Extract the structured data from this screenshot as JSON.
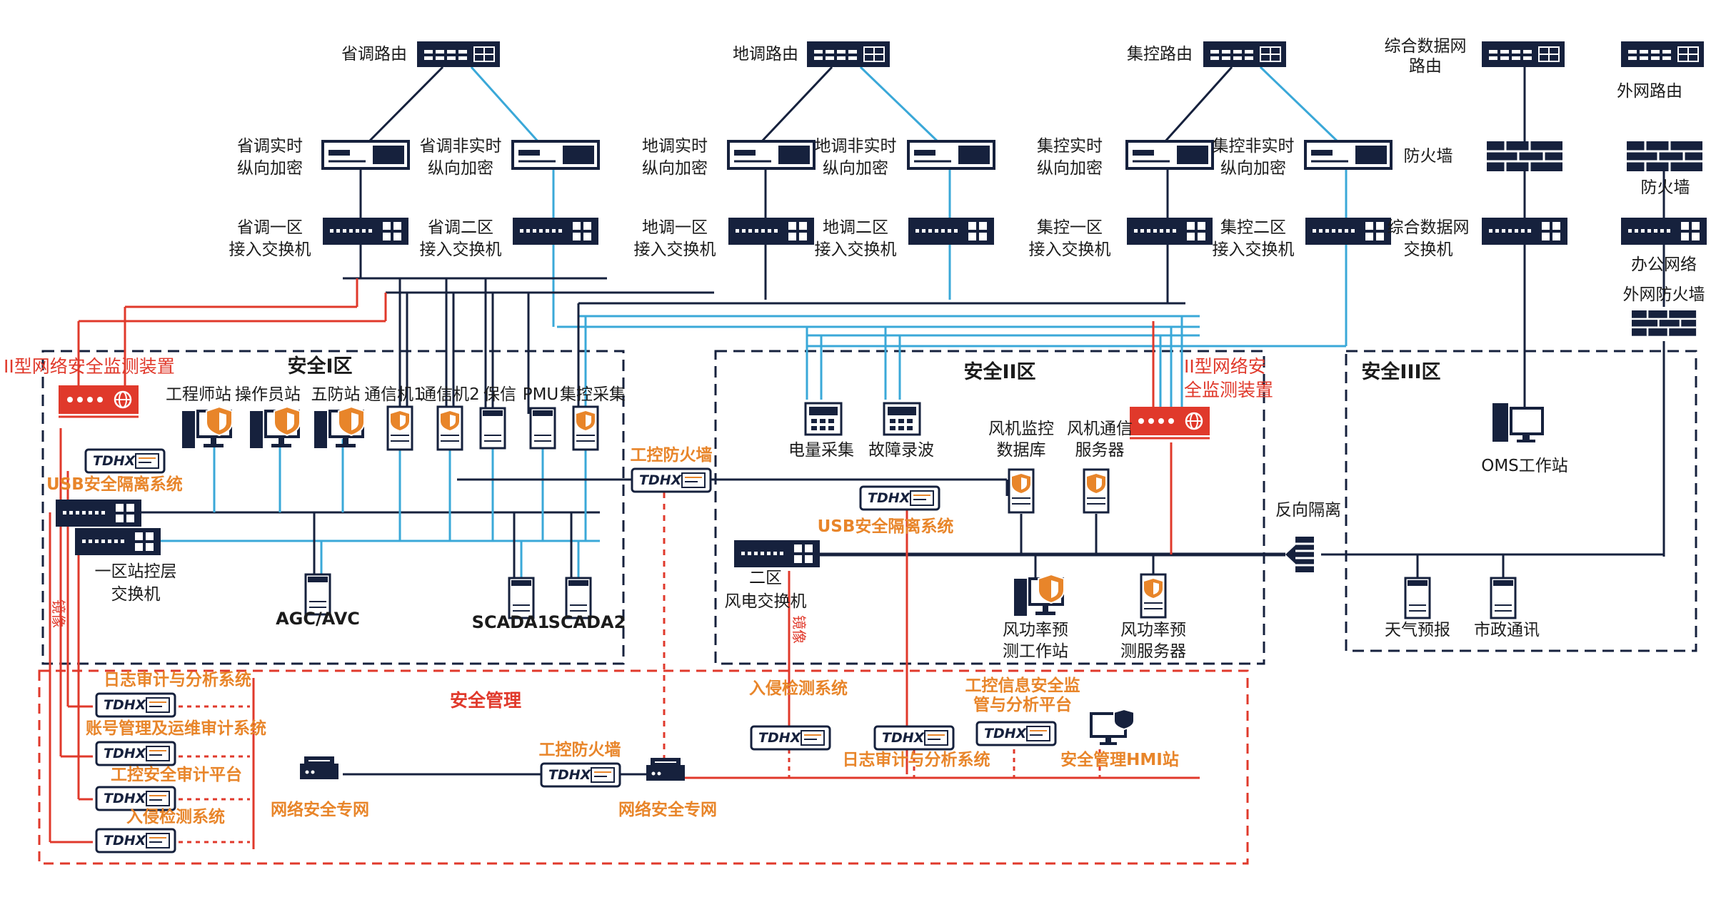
{
  "routers": {
    "prov": "省调路由",
    "local": "地调路由",
    "central": "集控路由",
    "data_net_1": "综合数据网",
    "data_net_2": "路由",
    "ext": "外网路由"
  },
  "encryptors": {
    "prov_rt": [
      "省调实时",
      "纵向加密"
    ],
    "prov_nrt": [
      "省调非实时",
      "纵向加密"
    ],
    "local_rt": [
      "地调实时",
      "纵向加密"
    ],
    "local_nrt": [
      "地调非实时",
      "纵向加密"
    ],
    "cen_rt": [
      "集控实时",
      "纵向加密"
    ],
    "cen_nrt": [
      "集控非实时",
      "纵向加密"
    ]
  },
  "firewalls": {
    "main": "防火墙",
    "ext": "防火墙"
  },
  "access_switches": {
    "prov_1": [
      "省调一区",
      "接入交换机"
    ],
    "prov_2": [
      "省调二区",
      "接入交换机"
    ],
    "local_1": [
      "地调一区",
      "接入交换机"
    ],
    "local_2": [
      "地调二区",
      "接入交换机"
    ],
    "cen_1": [
      "集控一区",
      "接入交换机"
    ],
    "cen_2": [
      "集控二区",
      "接入交换机"
    ],
    "data_sw": [
      "综合数据网",
      "交换机"
    ]
  },
  "office": {
    "net": "办公网络",
    "ext_fw": "外网防火墙"
  },
  "zones": {
    "z1": "安全I区",
    "z2": "安全II区",
    "z3": "安全III区",
    "mgmt": "安全管理"
  },
  "zone1": {
    "monitor": "II型网络安全监测装置",
    "usb": "USB安全隔离系统",
    "devices": [
      "工程师站",
      "操作员站",
      "五防站",
      "通信机1",
      "通信机2",
      "保信",
      "PMU",
      "集控采集"
    ],
    "station_sw": [
      "一区站控层",
      "交换机"
    ],
    "agc": "AGC/AVC",
    "scada1": "SCADA1",
    "scada2": "SCADA2",
    "mirror": "镜像"
  },
  "firewall_ind": "工控防火墙",
  "zone2": {
    "monitor": [
      "II型网络安",
      "全监测装置"
    ],
    "meter": "电量采集",
    "fault": "故障录波",
    "wind_db": [
      "风机监控",
      "数据库"
    ],
    "wind_comm": [
      "风机通信",
      "服务器"
    ],
    "usb": "USB安全隔离系统",
    "switch": [
      "二区",
      "风电交换机"
    ],
    "forecast_ws": [
      "风功率预",
      "测工作站"
    ],
    "forecast_srv": [
      "风功率预",
      "测服务器"
    ],
    "mirror": "镜像"
  },
  "reverse": "反向隔离",
  "zone3": {
    "oms": "OMS工作站",
    "weather": "天气预报",
    "municipal": "市政通讯"
  },
  "mgmt": {
    "log_audit": "日志审计与分析系统",
    "account": "账号管理及运维审计系统",
    "ics_audit": "工控安全审计平台",
    "ids": "入侵检测系统",
    "net_1": "网络安全专网",
    "firewall": "工控防火墙",
    "net_2": "网络安全专网",
    "ids2": "入侵检测系统",
    "log2": "日志审计与分析系统",
    "platform": [
      "工控信息安全监",
      "管与分析平台"
    ],
    "hmi": "安全管理HMI站"
  },
  "brand": "TDHX",
  "colors": {
    "blue": "#3aa8d8",
    "red": "#e0392b",
    "orange": "#e8852a",
    "navy": "#16213d"
  }
}
